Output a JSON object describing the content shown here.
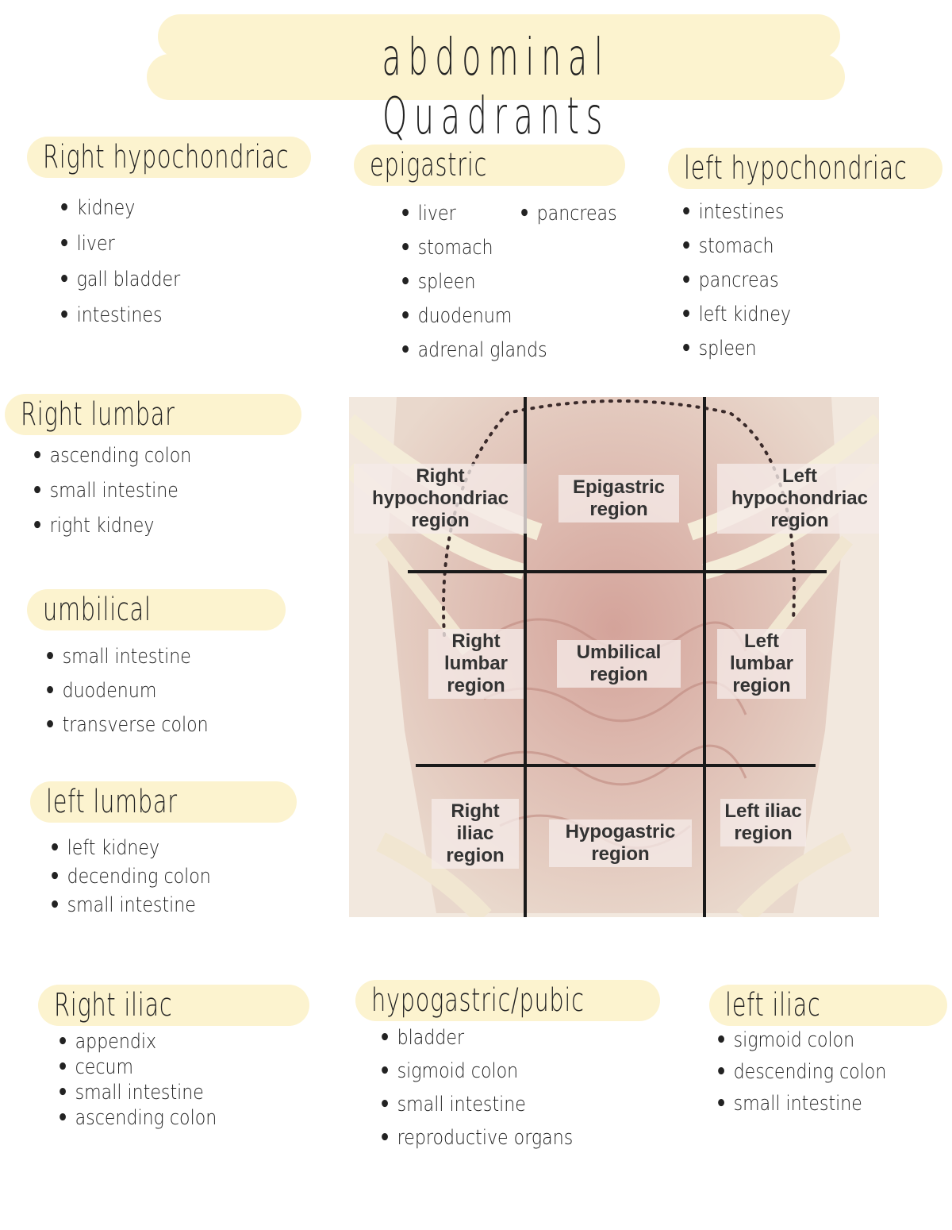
{
  "title": "abdominal Quadrants",
  "sections": {
    "right_hypochondriac": {
      "heading": "Right hypochondriac",
      "items": [
        "kidney",
        "liver",
        "gall bladder",
        "intestines"
      ]
    },
    "epigastric": {
      "heading": "epigastric",
      "items_col1": [
        "liver",
        "stomach",
        "spleen",
        "duodenum",
        "adrenal glands"
      ],
      "items_col2": [
        "pancreas"
      ]
    },
    "left_hypochondriac": {
      "heading": "left hypochondriac",
      "items": [
        "intestines",
        "stomach",
        "pancreas",
        "left kidney",
        "spleen"
      ]
    },
    "right_lumbar": {
      "heading": "Right lumbar",
      "items": [
        "ascending colon",
        "small intestine",
        "right kidney"
      ]
    },
    "umbilical": {
      "heading": "umbilical",
      "items": [
        "small intestine",
        "duodenum",
        "transverse colon"
      ]
    },
    "left_lumbar": {
      "heading": "left lumbar",
      "items": [
        "left kidney",
        "decending colon",
        "small intestine"
      ]
    },
    "right_iliac": {
      "heading": "Right iliac",
      "items": [
        "appendix",
        "cecum",
        "small intestine",
        "ascending colon"
      ]
    },
    "hypogastric": {
      "heading": "hypogastric/pubic",
      "items": [
        "bladder",
        "sigmoid colon",
        "small intestine",
        "reproductive organs"
      ]
    },
    "left_iliac": {
      "heading": "left iliac",
      "items": [
        "sigmoid colon",
        "descending colon",
        "small intestine"
      ]
    }
  },
  "diagram": {
    "labels": {
      "right_hypochondriac": "Right hypochondriac region",
      "epigastric": "Epigastric region",
      "left_hypochondriac": "Left hypochondriac region",
      "right_lumbar": "Right lumbar region",
      "umbilical": "Umbilical region",
      "left_lumbar": "Left lumbar region",
      "right_iliac": "Right iliac region",
      "hypogastric": "Hypogastric region",
      "left_iliac": "Left iliac region"
    }
  },
  "colors": {
    "highlight": "#fcf3cf",
    "ink": "#222222",
    "grid_line": "#1a1a1a"
  }
}
